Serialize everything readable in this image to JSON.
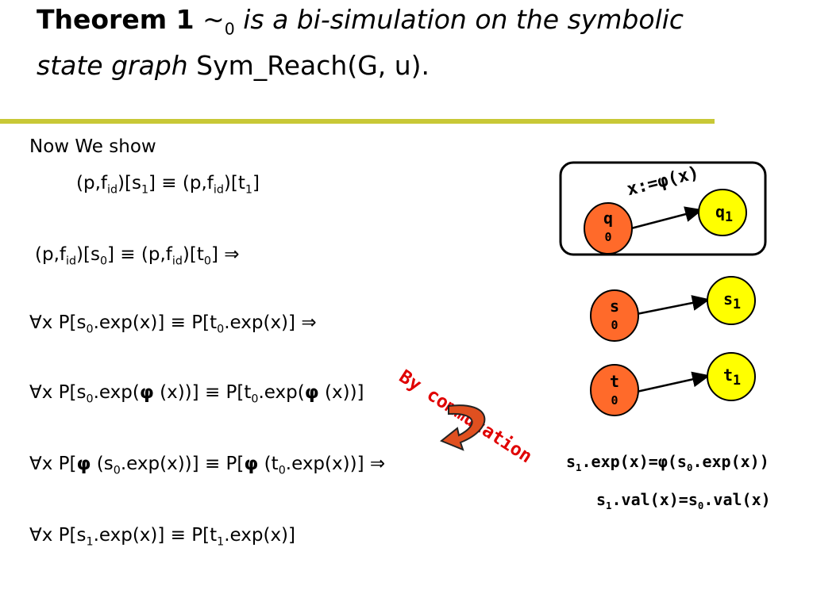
{
  "title": {
    "theorem": "Theorem 1",
    "rel": "~",
    "rel_sub": "0",
    "text_a": " is a bi-simulation on the symbolic",
    "text_b": "state graph",
    "text_c": " Sym_Reach(G, u)."
  },
  "intro": "Now We show",
  "lines": {
    "l1": {
      "a": "(p,f",
      "a_sub": "id",
      "b": ")[s",
      "b_sub": "1",
      "c": "] ≡ (p,f",
      "c_sub": "id",
      "d": ")[t",
      "d_sub": "1",
      "e": "]"
    },
    "l2": {
      "a": "(p,f",
      "a_sub": "id",
      "b": ")[s",
      "b_sub": "0",
      "c": "] ≡ (p,f",
      "c_sub": "id",
      "d": ")[t",
      "d_sub": "0",
      "e": "]  ⇒"
    },
    "l3": {
      "a": "∀x P[s",
      "a_sub": "0",
      "b": ".exp(x)] ≡ P[t",
      "b_sub": "0",
      "c": ".exp(x)] ⇒"
    },
    "l4": {
      "a": "∀x P[s",
      "a_sub": "0",
      "b": ".exp(",
      "phi1": "φ",
      "c": " (x))] ≡ P[t",
      "c_sub": "0",
      "d": ".exp(",
      "phi2": "φ",
      "e": " (x))]"
    },
    "l5": {
      "a": "∀x P[",
      "phi1": "φ",
      "b": " (s",
      "b_sub": "0",
      "c": ".exp(x))] ≡ P[",
      "phi2": "φ",
      "d": " (t",
      "d_sub": "0",
      "e": ".exp(x))]  ⇒"
    },
    "l6": {
      "a": "∀x P[s",
      "a_sub": "1",
      "b": ".exp(x)] ≡ P[t",
      "b_sub": "1",
      "c": ".exp(x)]"
    }
  },
  "annotation": "By commutation",
  "graph": {
    "edge_label": "x:=φ(x)",
    "q0": {
      "main": "q",
      "sub": "0"
    },
    "q1": {
      "main": "q",
      "sub": "1"
    },
    "s0": {
      "main": "s",
      "sub": "0"
    },
    "s1": {
      "main": "s",
      "sub": "1"
    },
    "t0": {
      "main": "t",
      "sub": "0"
    },
    "t1": {
      "main": "t",
      "sub": "1"
    }
  },
  "equations": {
    "e1": {
      "a": "s",
      "a_sub": "1",
      "b": ".exp(x)=φ(s",
      "b_sub": "0",
      "c": ".exp(x))"
    },
    "e2": {
      "a": "s",
      "a_sub": "1",
      "b": ".val(x)=s",
      "b_sub": "0",
      "c": ".val(x)"
    }
  },
  "colors": {
    "rule": "#c8c836",
    "orange_node": "#ff6a2a",
    "yellow_node": "#ffff00",
    "annotation": "#e00000",
    "arrow": "#e05020"
  }
}
